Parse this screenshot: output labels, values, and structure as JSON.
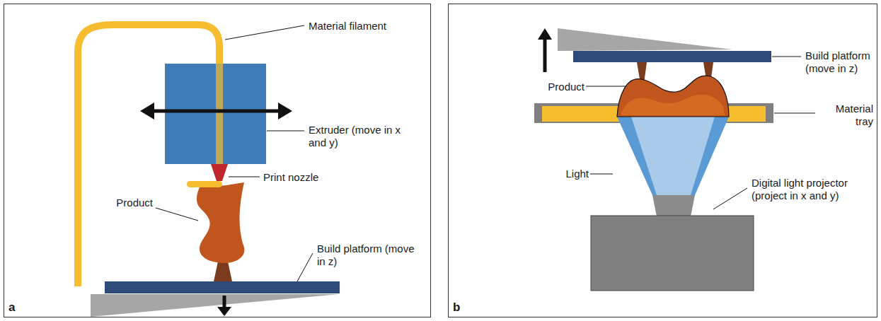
{
  "diagram": {
    "labels": [
      "Material filament",
      "Extruder (move in x and y)",
      "Print nozzle",
      "Product",
      "Build platform (move in z)",
      "a",
      "Product",
      "Build platform (move in z)",
      "Material tray",
      "Light",
      "Digital light projector (project in x and y)",
      "b"
    ]
  }
}
